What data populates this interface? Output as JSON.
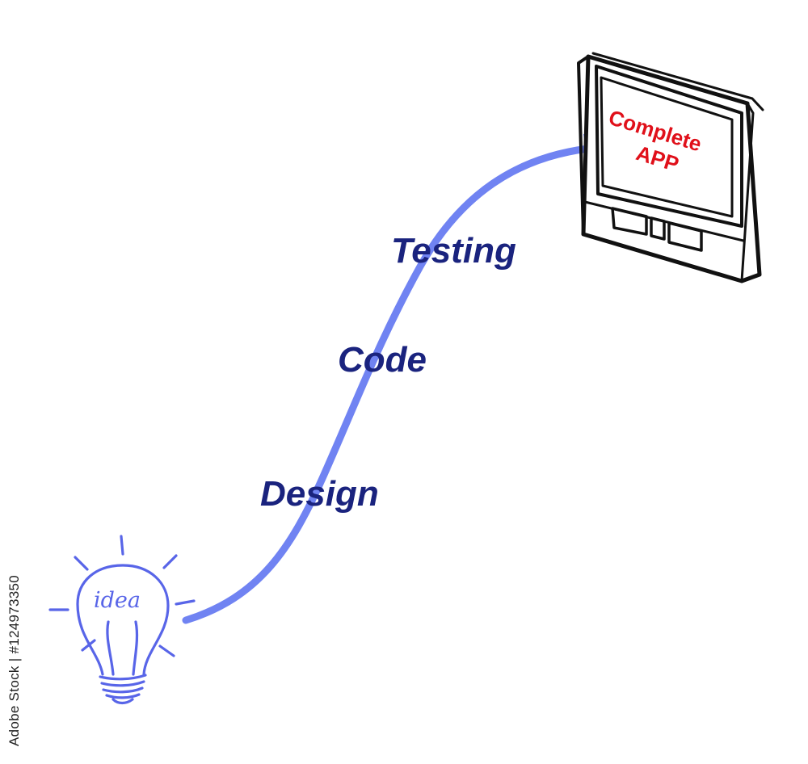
{
  "stages": [
    {
      "key": "design",
      "label": "Design"
    },
    {
      "key": "code",
      "label": "Code"
    },
    {
      "key": "testing",
      "label": "Testing"
    }
  ],
  "start": {
    "icon": "lightbulb-icon",
    "label": "idea"
  },
  "end": {
    "icon": "tablet-icon",
    "screen_line1": "Complete",
    "screen_line2": "APP"
  },
  "stock_id": "Adobe Stock | #124973350",
  "colors": {
    "arrow": "#7083f2",
    "stage_text": "#1a237e",
    "bulb": "#5865e8",
    "screen_text": "#e0101a",
    "device_outline": "#111111"
  }
}
